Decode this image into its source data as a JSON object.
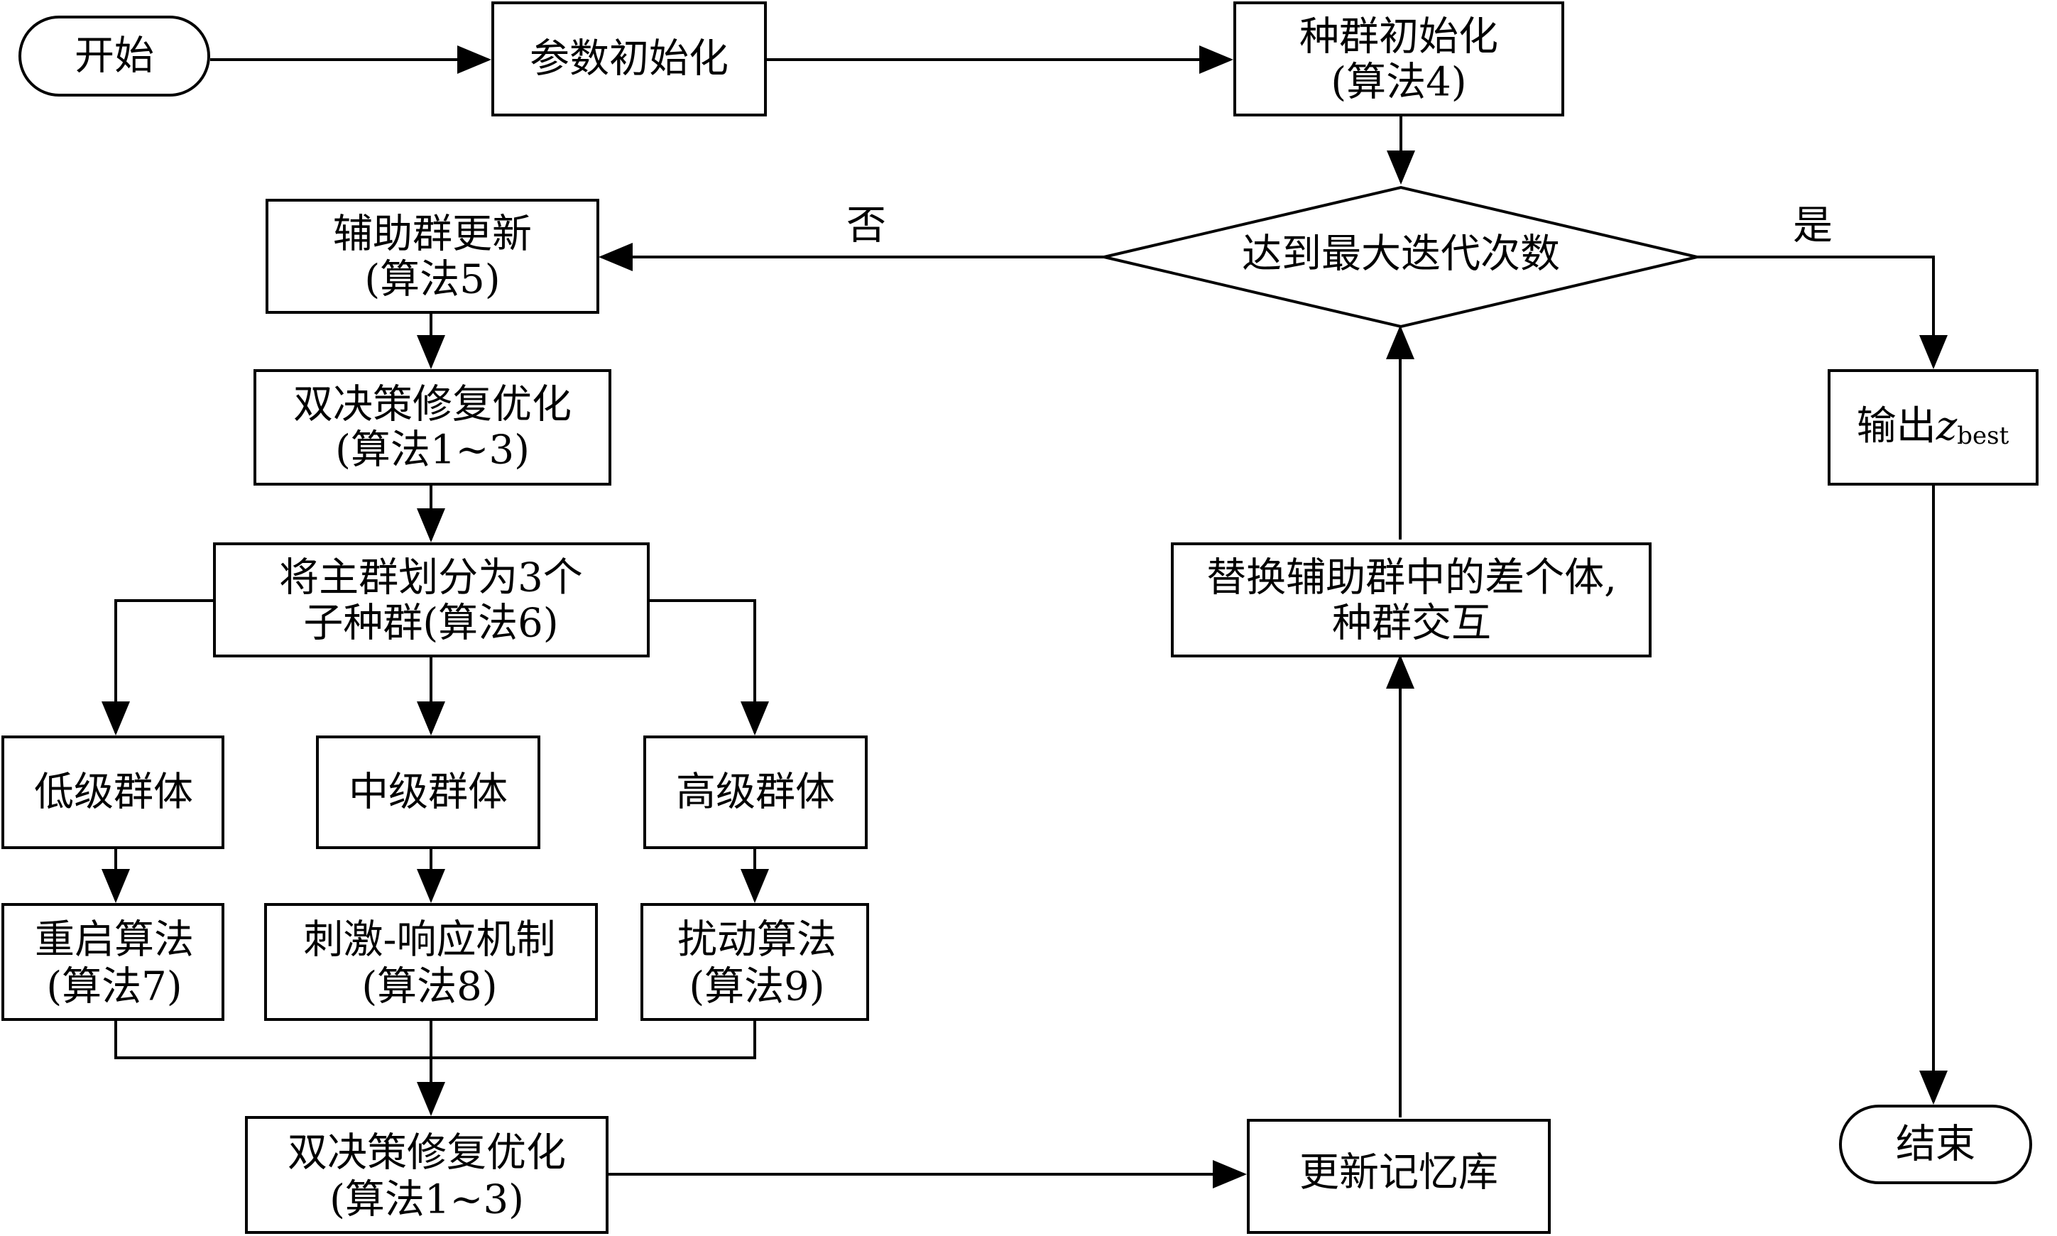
{
  "nodes": {
    "start": {
      "label": "开始"
    },
    "param_init": {
      "label": "参数初始化"
    },
    "pop_init": {
      "line1": "种群初始化",
      "line2": "(算法4)"
    },
    "decision": {
      "label": "达到最大迭代次数"
    },
    "aux_update": {
      "line1": "辅助群更新",
      "line2": "(算法5)"
    },
    "dual_repair_1": {
      "line1": "双决策修复优化",
      "line2": "(算法1~3)"
    },
    "divide": {
      "line1": "将主群划分为3个",
      "line2": "子种群(算法6)"
    },
    "low_group": {
      "label": "低级群体"
    },
    "mid_group": {
      "label": "中级群体"
    },
    "high_group": {
      "label": "高级群体"
    },
    "restart": {
      "line1": "重启算法",
      "line2": "(算法7)"
    },
    "stimulus": {
      "line1": "刺激-响应机制",
      "line2": "(算法8)"
    },
    "perturb": {
      "line1": "扰动算法",
      "line2": "(算法9)"
    },
    "dual_repair_2": {
      "line1": "双决策修复优化",
      "line2": "(算法1~3)"
    },
    "memory_update": {
      "label": "更新记忆库"
    },
    "replace": {
      "line1": "替换辅助群中的差个体,",
      "line2": "种群交互"
    },
    "output": {
      "text": "输出",
      "var": "z",
      "sub": "best"
    },
    "end": {
      "label": "结束"
    }
  },
  "edge_labels": {
    "no": "否",
    "yes": "是"
  },
  "colors": {
    "stroke": "#000000",
    "fill": "#ffffff",
    "text": "#000000"
  }
}
